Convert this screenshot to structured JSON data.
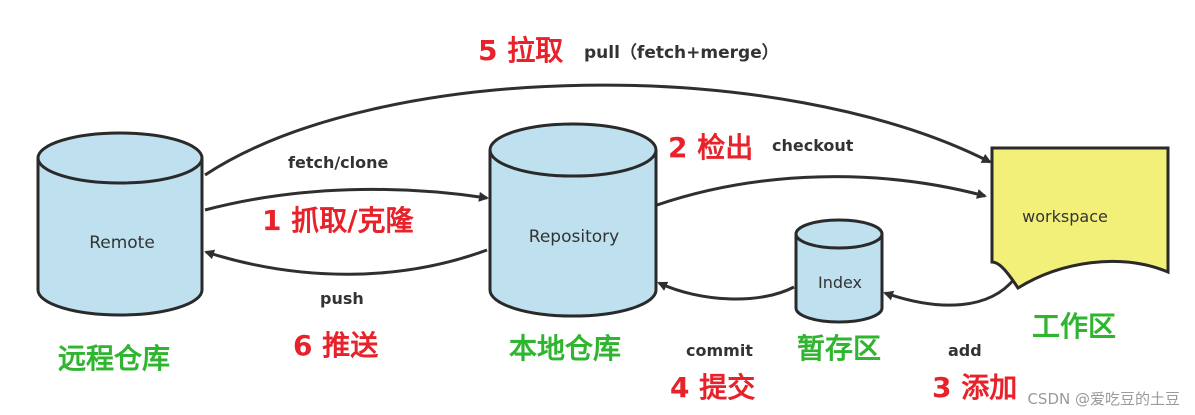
{
  "nodes": {
    "remote": {
      "label": "Remote",
      "caption": "远程仓库"
    },
    "repository": {
      "label": "Repository",
      "caption": "本地仓库"
    },
    "index": {
      "label": "Index",
      "caption": "暂存区"
    },
    "workspace": {
      "label": "workspace",
      "caption": "工作区"
    }
  },
  "edges": {
    "pull": {
      "label": "pull（fetch+merge）",
      "step": "5 拉取"
    },
    "fetch_clone": {
      "label": "fetch/clone",
      "step": "1 抓取/克隆"
    },
    "push": {
      "label": "push",
      "step": "6 推送"
    },
    "checkout": {
      "label": "checkout",
      "step": "2 检出"
    },
    "commit": {
      "label": "commit",
      "step": "4 提交"
    },
    "add": {
      "label": "add",
      "step": "3 添加"
    }
  },
  "watermark": "CSDN @爱吃豆的土豆",
  "colors": {
    "cylinder_fill": "#bfe0ef",
    "cylinder_stroke": "#2a2a2a",
    "workspace_fill": "#f3f07a",
    "arrow": "#2f2f2f",
    "step_red": "#e8222a",
    "caption_green": "#2fb52f"
  }
}
